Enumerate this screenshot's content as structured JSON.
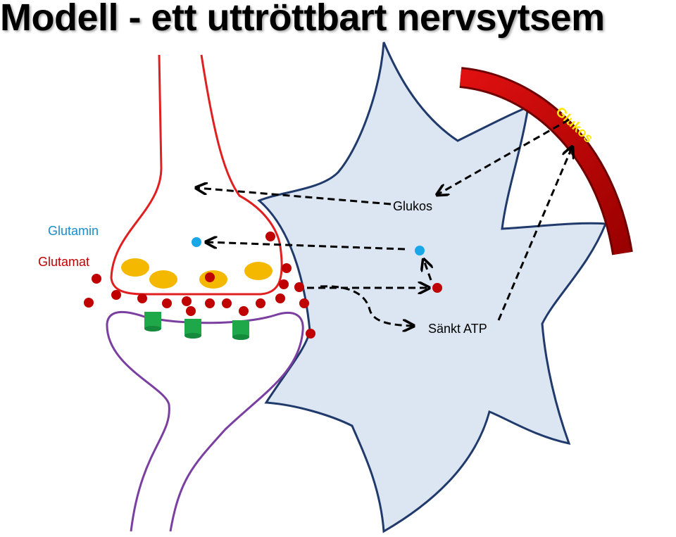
{
  "title": "Modell - ett uttröttbart nervsytsem",
  "labels": {
    "glutamin": "Glutamin",
    "glutamat": "Glutamat",
    "glukos_astrocyte": "Glukos",
    "glukos_vessel": "Glukos",
    "sankt_atp": "Sänkt ATP"
  },
  "colors": {
    "presynaptic": "#e02020",
    "postsynaptic": "#7a3fa0",
    "astrocyte_fill": "#dce6f2",
    "astrocyte_stroke": "#1f3a6b",
    "vessel": "#c00000",
    "vesicle": "#f5b800",
    "glutamate": "#c00000",
    "glutamine": "#1aa7e8",
    "receptor": "#1ea84a",
    "glutamin_label": "#1a8ccc",
    "glutamat_label": "#c00000",
    "vessel_label": "#ffe600"
  }
}
